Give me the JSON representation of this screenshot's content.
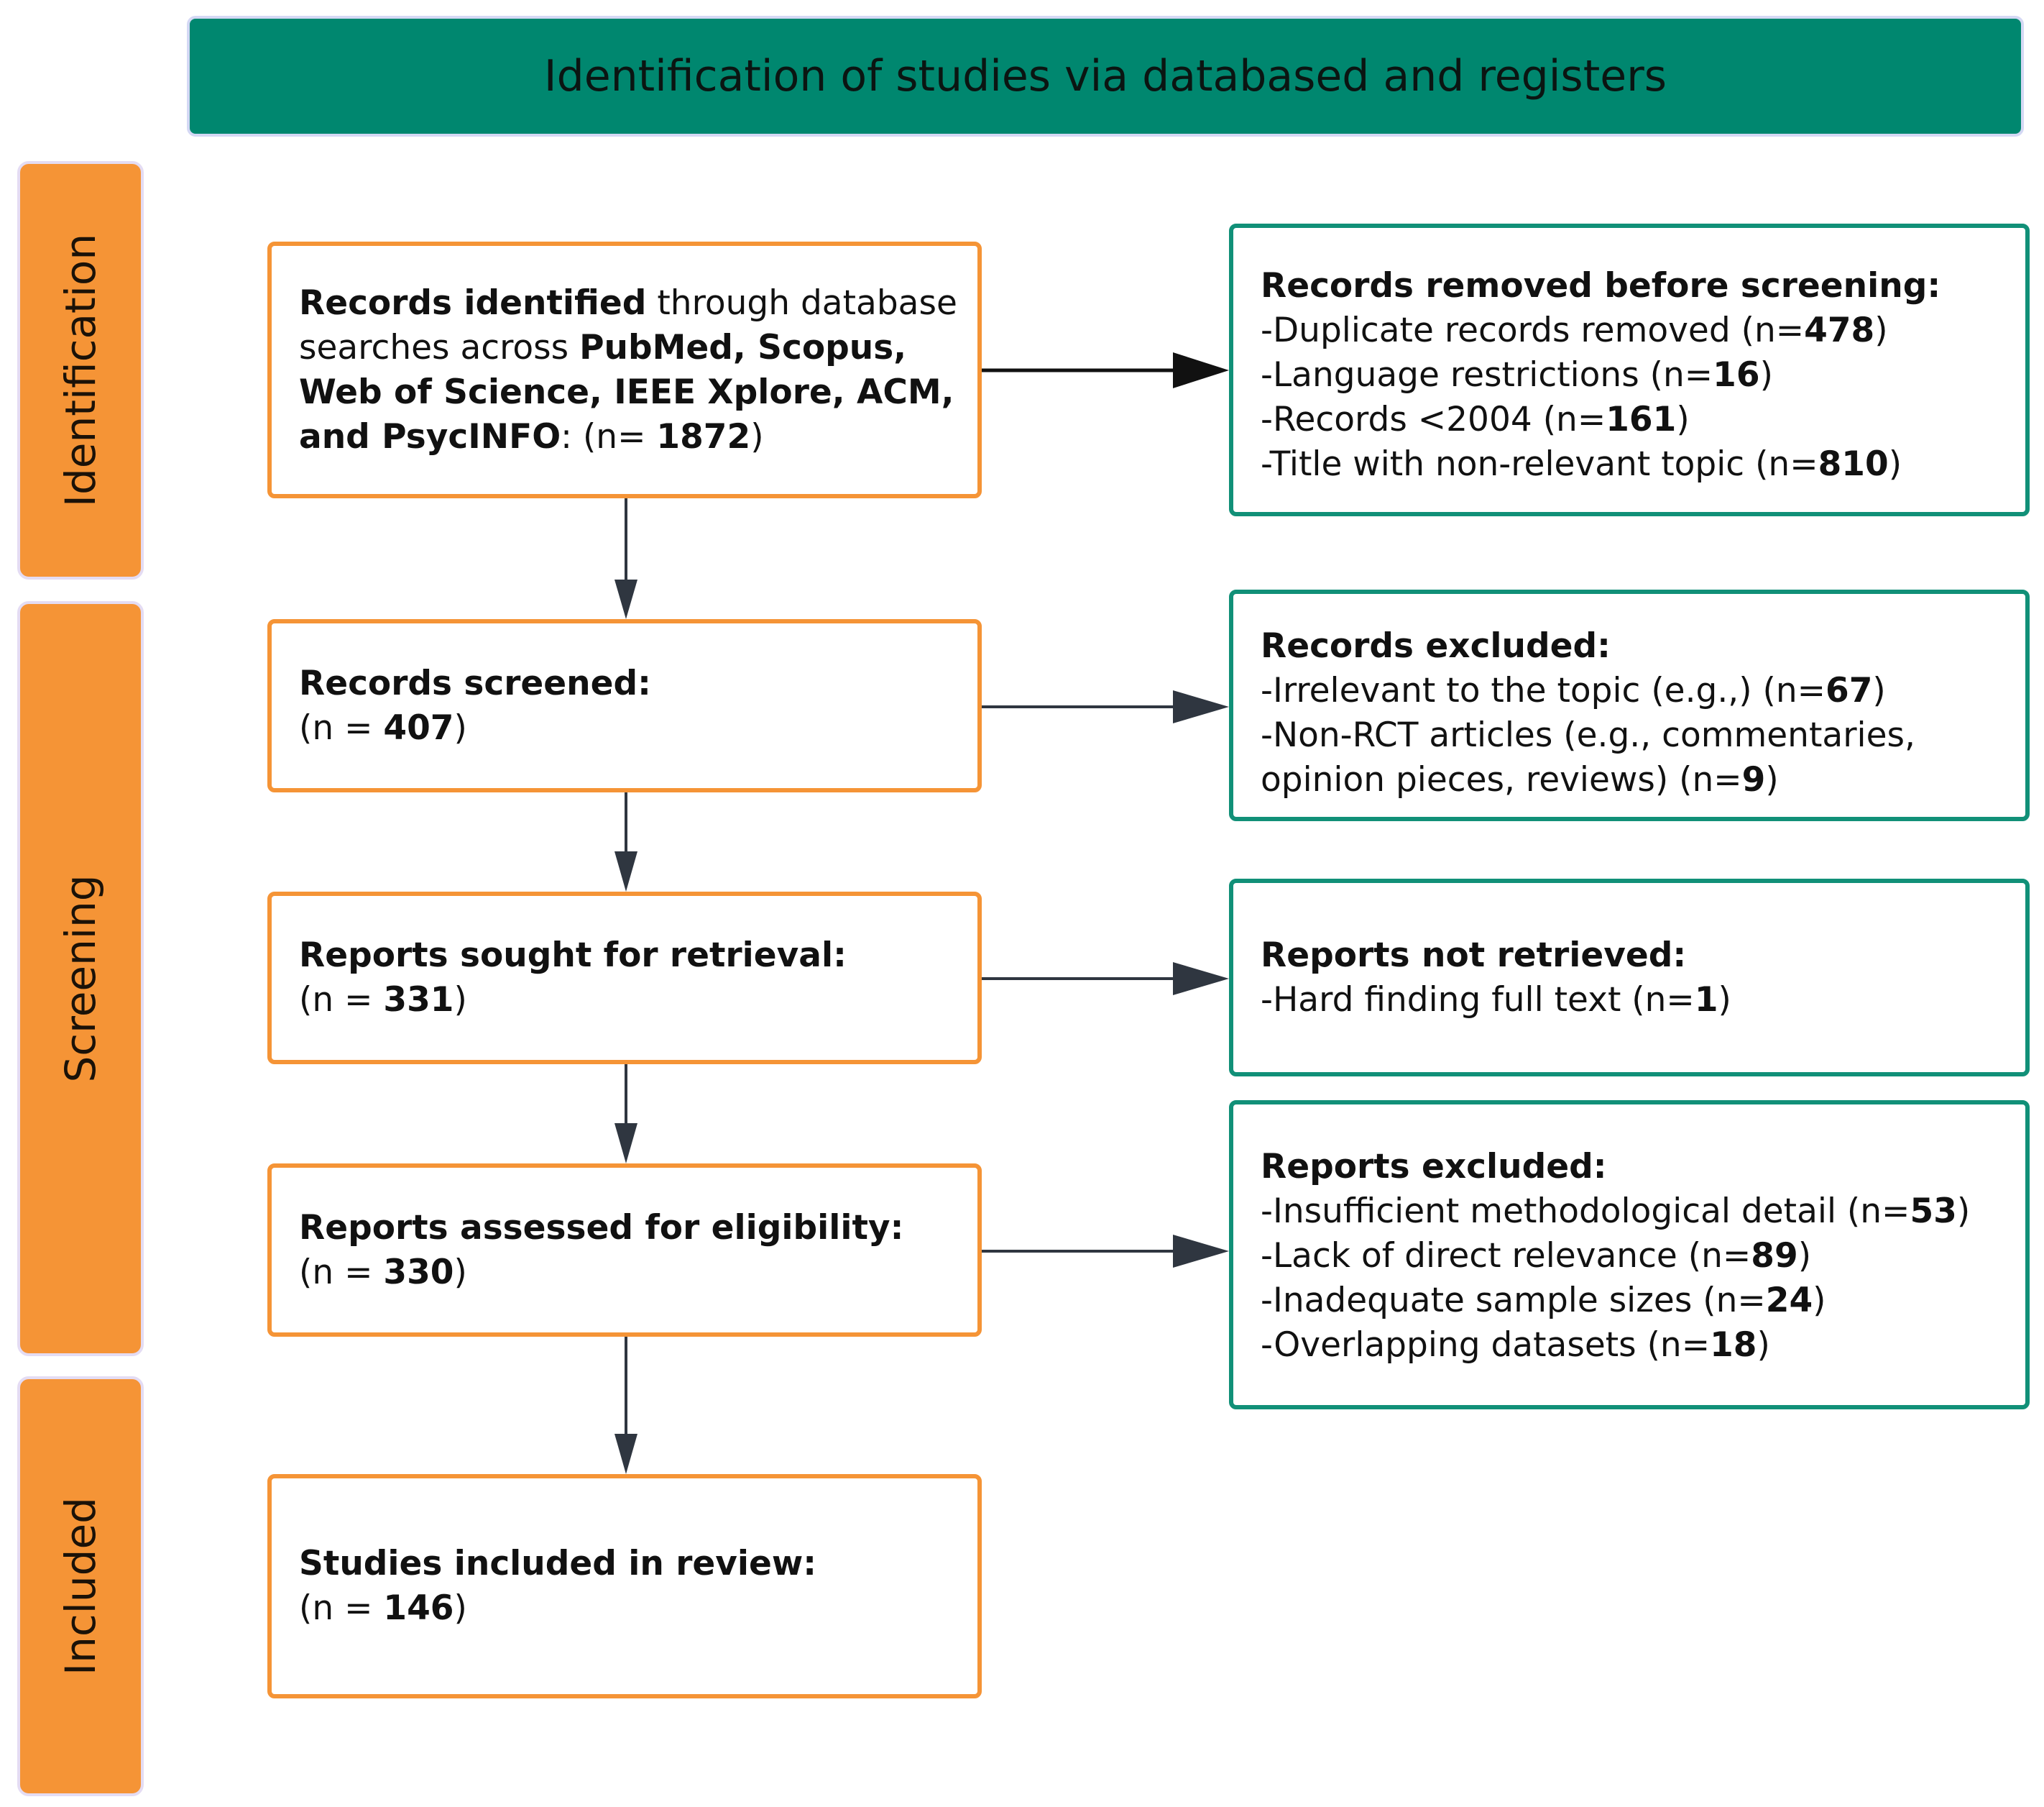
{
  "header": {
    "title": "Identification of studies via databased and registers"
  },
  "phases": {
    "identification": "Identification",
    "screening": "Screening",
    "included": "Included"
  },
  "main": {
    "identified": {
      "l1_bold": "Records identified",
      "l1_rest": " through database",
      "l2_rest": "searches across ",
      "l2_bold": "PubMed, Scopus,",
      "l3_bold": "Web of Science, IEEE Xplore, ACM,",
      "l4_bold": "and PsycINFO",
      "l4_rest": ": (n= ",
      "l4_num": "1872",
      "l4_close": ")"
    },
    "screened": {
      "title": "Records screened:",
      "prefix": "(n = ",
      "num": "407",
      "suffix": ")"
    },
    "sought": {
      "title": "Reports sought for retrieval:",
      "prefix": "(n = ",
      "num": "331",
      "suffix": ")"
    },
    "assessed": {
      "title": "Reports assessed for eligibility:",
      "prefix": "(n = ",
      "num": "330",
      "suffix": ")"
    },
    "included": {
      "title": "Studies included in review:",
      "prefix": "(n = ",
      "num": "146",
      "suffix": ")"
    }
  },
  "side": {
    "removed": {
      "title": "Records removed before screening:",
      "items": [
        {
          "text": "-Duplicate records removed (n=",
          "num": "478",
          "close": ")"
        },
        {
          "text": "-Language restrictions (n=",
          "num": "16",
          "close": ")"
        },
        {
          "text": "-Records <2004 (n=",
          "num": "161",
          "close": ")"
        },
        {
          "text": "-Title with non-relevant topic (n=",
          "num": "810",
          "close": ")"
        }
      ]
    },
    "excluded_records": {
      "title": "Records excluded:",
      "items": [
        {
          "text": "-Irrelevant to the topic (e.g.,) (n=",
          "num": "67",
          "close": ")"
        },
        {
          "text": "-Non-RCT articles (e.g., commentaries,",
          "num": "",
          "close": ""
        },
        {
          "text": "opinion pieces, reviews) (n=",
          "num": "9",
          "close": ")"
        }
      ]
    },
    "not_retrieved": {
      "title": "Reports not retrieved:",
      "items": [
        {
          "text": "-Hard finding full text (n=",
          "num": "1",
          "close": ")"
        }
      ]
    },
    "excluded_reports": {
      "title": "Reports excluded:",
      "items": [
        {
          "text": "-Insufficient methodological detail (n=",
          "num": "53",
          "close": ")"
        },
        {
          "text": "-Lack of direct relevance (n=",
          "num": "89",
          "close": ")"
        },
        {
          "text": "-Inadequate sample sizes (n=",
          "num": "24",
          "close": ")"
        },
        {
          "text": "-Overlapping datasets (n=",
          "num": "18",
          "close": ")"
        }
      ]
    }
  }
}
